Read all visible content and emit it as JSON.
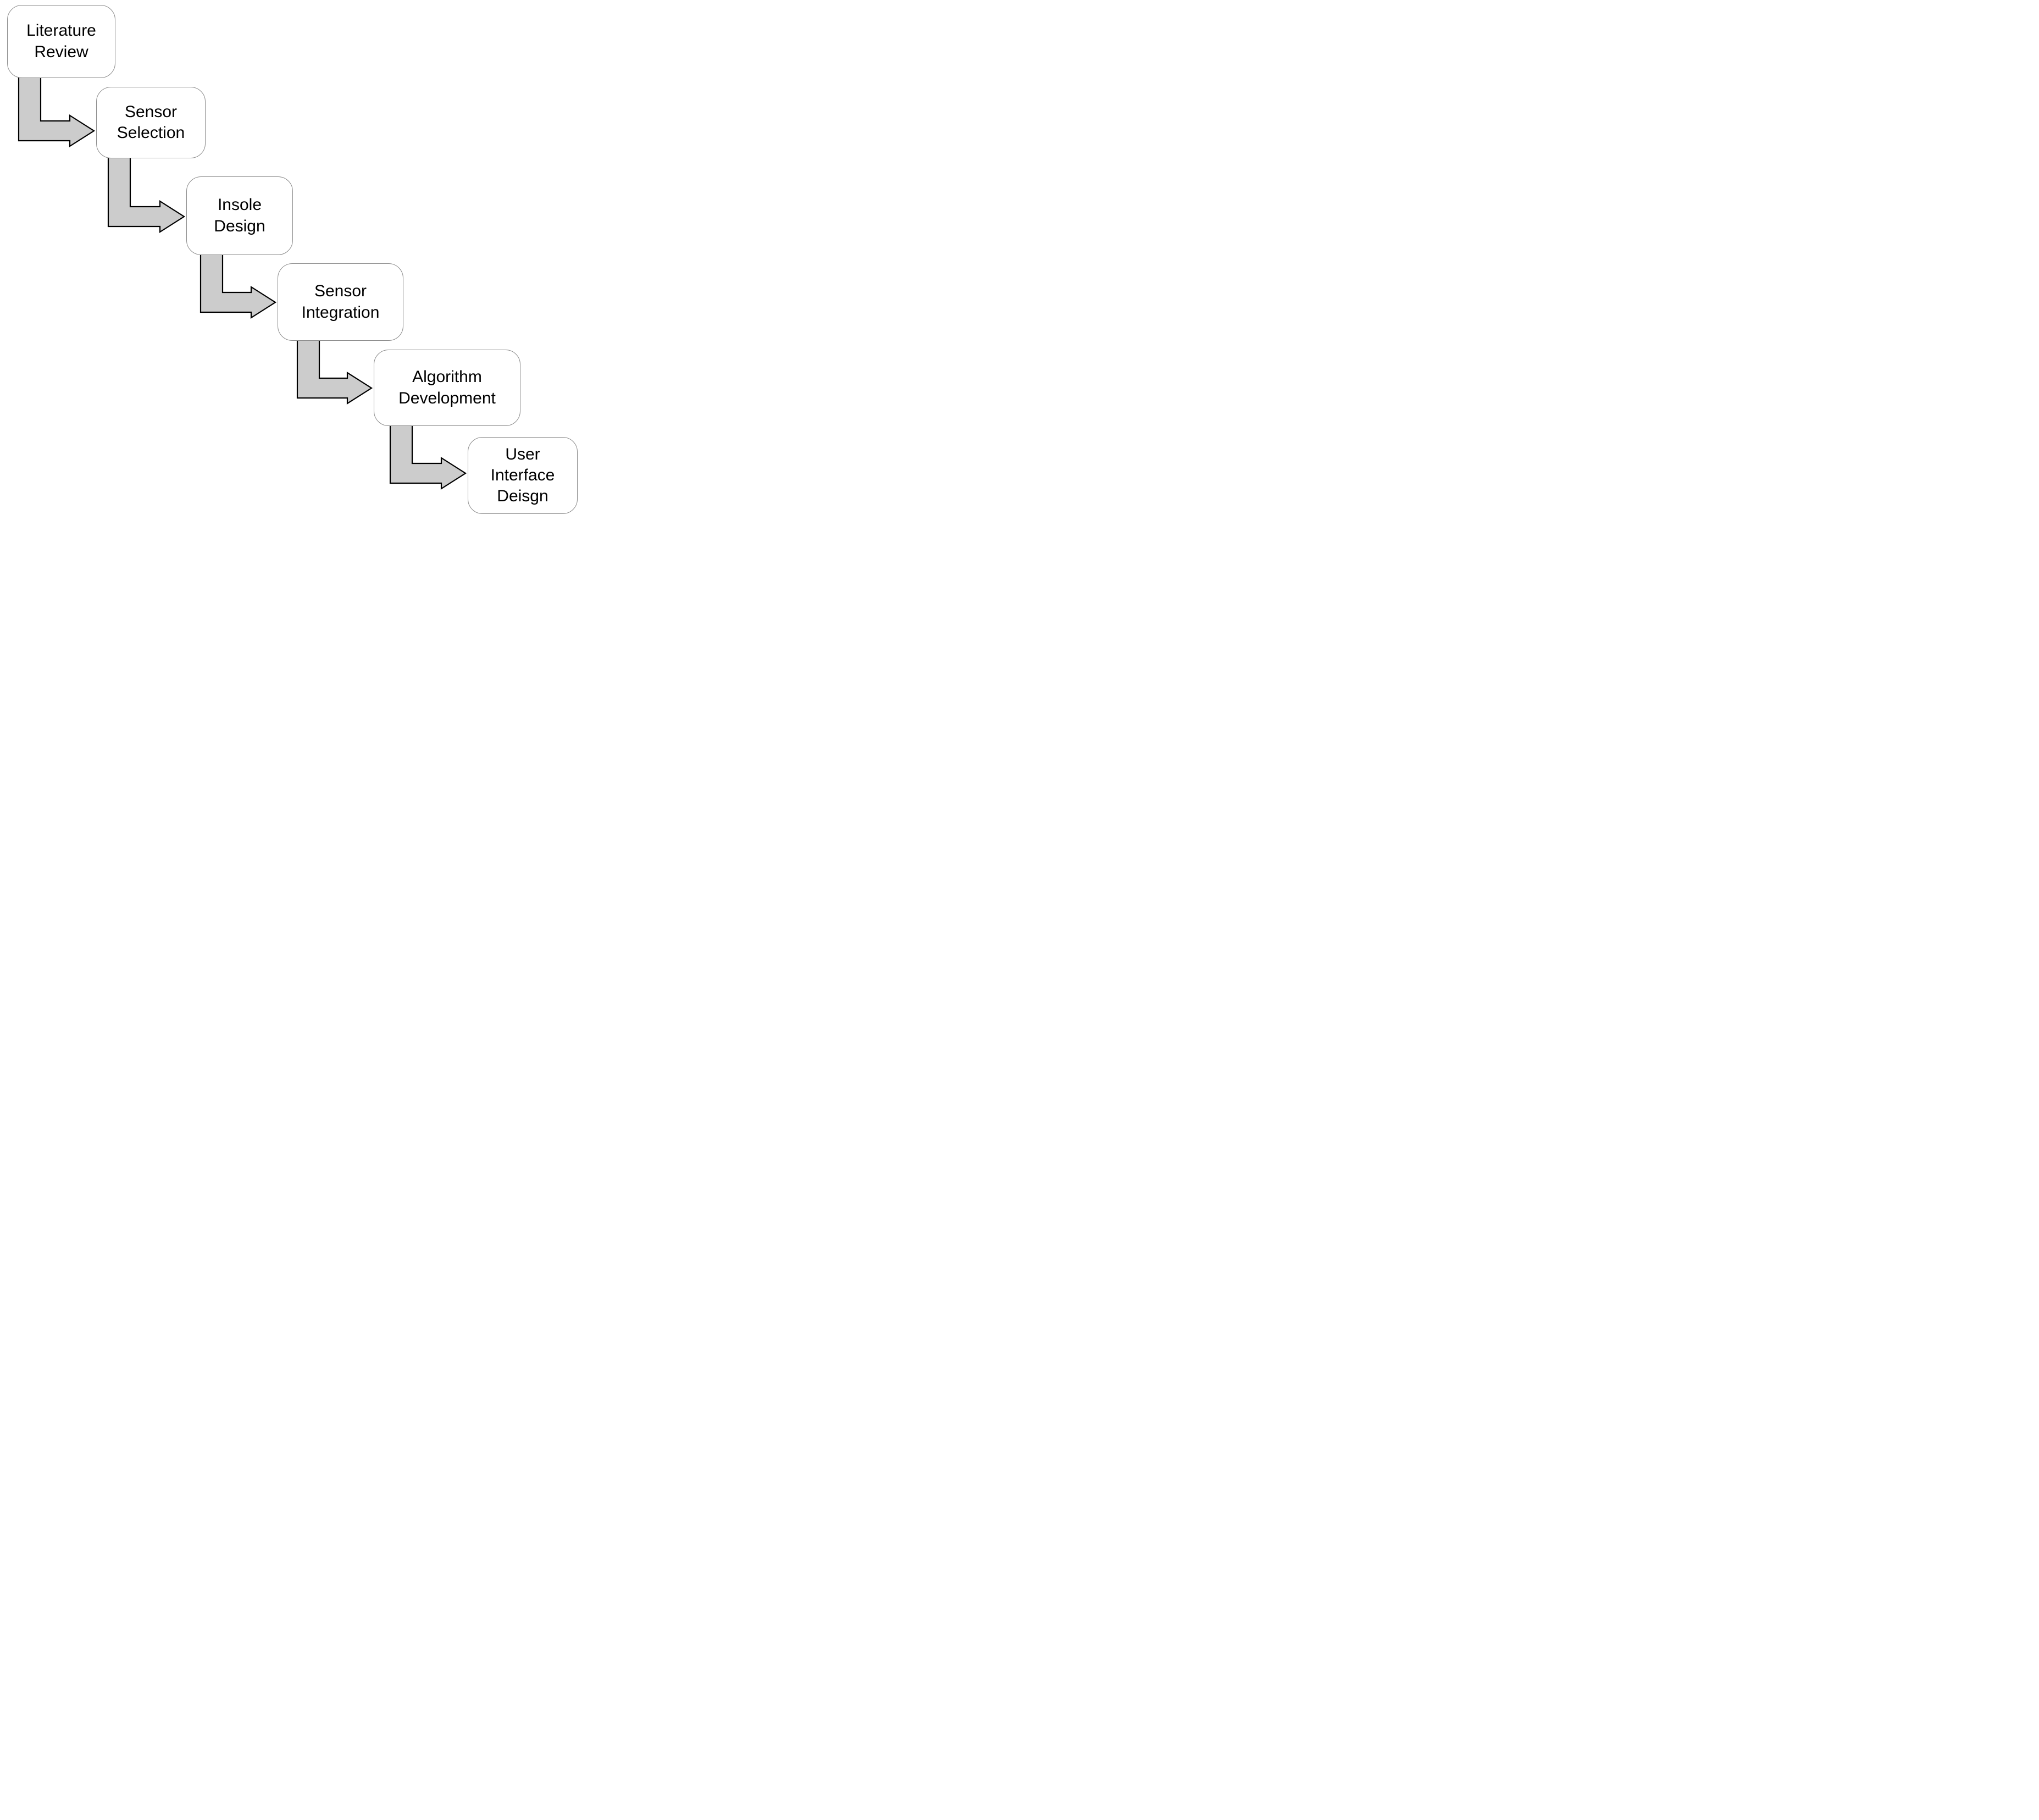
{
  "diagram": {
    "type": "flowchart",
    "description": "Staircase process flow of six rounded rectangle steps connected by elbow arrows",
    "colors": {
      "background": "#ffffff",
      "box_fill": "#ffffff",
      "box_border": "#8a8a8a",
      "arrow_fill": "#cccccc",
      "arrow_stroke": "#000000",
      "text_color": "#000000"
    },
    "steps": [
      {
        "id": "literature-review",
        "label": "Literature\nReview"
      },
      {
        "id": "sensor-selection",
        "label": "Sensor\nSelection"
      },
      {
        "id": "insole-design",
        "label": "Insole\nDesign"
      },
      {
        "id": "sensor-integration",
        "label": "Sensor\nIntegration"
      },
      {
        "id": "algorithm-development",
        "label": "Algorithm\nDevelopment"
      },
      {
        "id": "user-interface-design",
        "label": "User\nInterface\nDeisgn"
      }
    ],
    "connections": [
      {
        "from": "literature-review",
        "to": "sensor-selection",
        "style": "elbow-down-right"
      },
      {
        "from": "sensor-selection",
        "to": "insole-design",
        "style": "elbow-down-right"
      },
      {
        "from": "insole-design",
        "to": "sensor-integration",
        "style": "elbow-down-right"
      },
      {
        "from": "sensor-integration",
        "to": "algorithm-development",
        "style": "elbow-down-right"
      },
      {
        "from": "algorithm-development",
        "to": "user-interface-design",
        "style": "elbow-down-right"
      }
    ]
  }
}
